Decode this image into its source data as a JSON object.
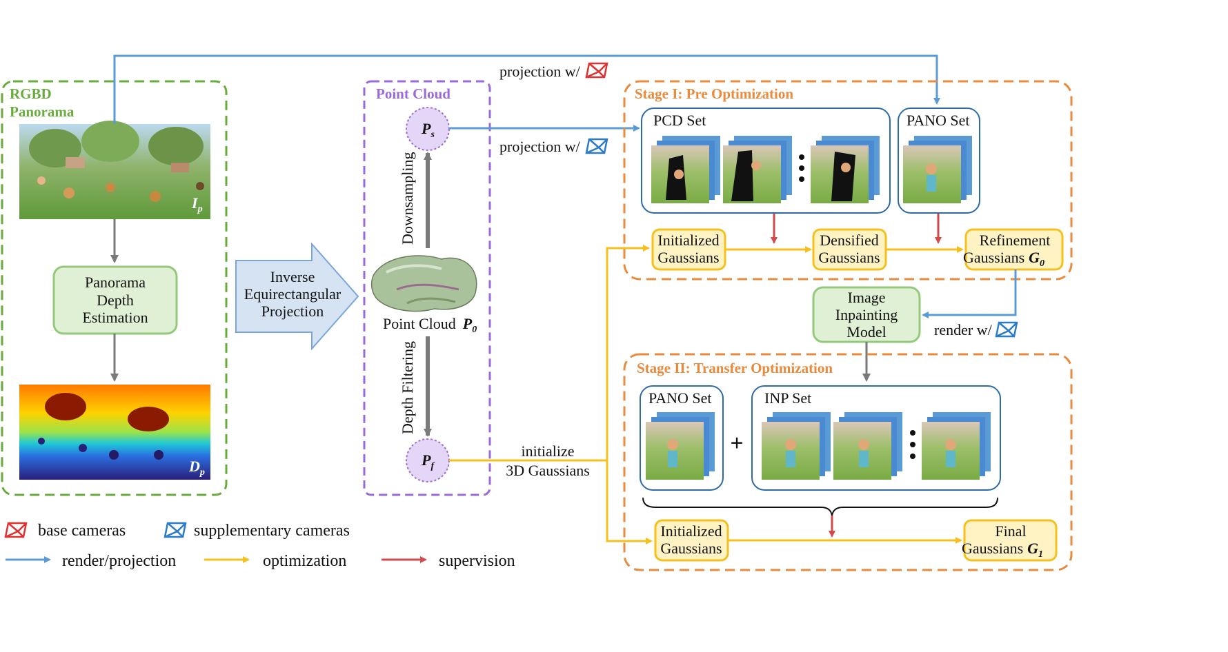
{
  "colors": {
    "render_projection": "#5b9bd5",
    "optimization": "#f5c01e",
    "supervision": "#d24a4a",
    "rgbd_panel": "#6aab3e",
    "point_cloud_panel": "#9a6bd8",
    "stage_panel": "#e98a3c",
    "process_box_fill": "#dff0d4",
    "process_box_stroke": "#94c97b",
    "gaussian_box_fill": "#fff3c4",
    "gaussian_box_stroke": "#f5c01e",
    "node_fill": "#e4d6f7",
    "arrow_fill": "#d6e3f3"
  },
  "rgbd": {
    "title_line1": "RGBD",
    "title_line2": "Panorama",
    "image_label_main": "I",
    "image_label_sub": "p",
    "depth_label_main": "D",
    "depth_label_sub": "p",
    "depth_estimation_line1": "Panorama",
    "depth_estimation_line2": "Depth",
    "depth_estimation_line3": "Estimation"
  },
  "inverse_projection": {
    "line1": "Inverse",
    "line2": "Equirectangular",
    "line3": "Projection"
  },
  "point_cloud": {
    "title": "Point Cloud",
    "ps_main": "P",
    "ps_sub": "s",
    "pf_main": "P",
    "pf_sub": "f",
    "p0_text": "Point Cloud",
    "p0_main": "P",
    "p0_sub": "0",
    "downsampling": "Downsampling",
    "depth_filtering": "Depth Filtering"
  },
  "edges": {
    "projection_base": "projection w/",
    "projection_supp": "projection w/",
    "render_supp": "render w/",
    "initialize_line1": "initialize",
    "initialize_line2": "3D Gaussians"
  },
  "stage1": {
    "title": "Stage I: Pre Optimization",
    "pcd_set": "PCD Set",
    "pano_set": "PANO Set",
    "initialized_line1": "Initialized",
    "initialized_line2": "Gaussians",
    "densified_line1": "Densified",
    "densified_line2": "Gaussians",
    "refinement_line1": "Refinement",
    "refinement_line2": "Gaussians",
    "refinement_main": "G",
    "refinement_sub": "0"
  },
  "inpainting": {
    "line1": "Image",
    "line2": "Inpainting",
    "line3": "Model"
  },
  "stage2": {
    "title": "Stage II: Transfer Optimization",
    "pano_set": "PANO Set",
    "inp_set": "INP Set",
    "plus": "+",
    "initialized_line1": "Initialized",
    "initialized_line2": "Gaussians",
    "final_line1": "Final",
    "final_line2": "Gaussians",
    "final_main": "G",
    "final_sub": "1"
  },
  "legend": {
    "base_cameras": "base cameras",
    "supplementary_cameras": "supplementary cameras",
    "render_projection": "render/projection",
    "optimization": "optimization",
    "supervision": "supervision"
  }
}
